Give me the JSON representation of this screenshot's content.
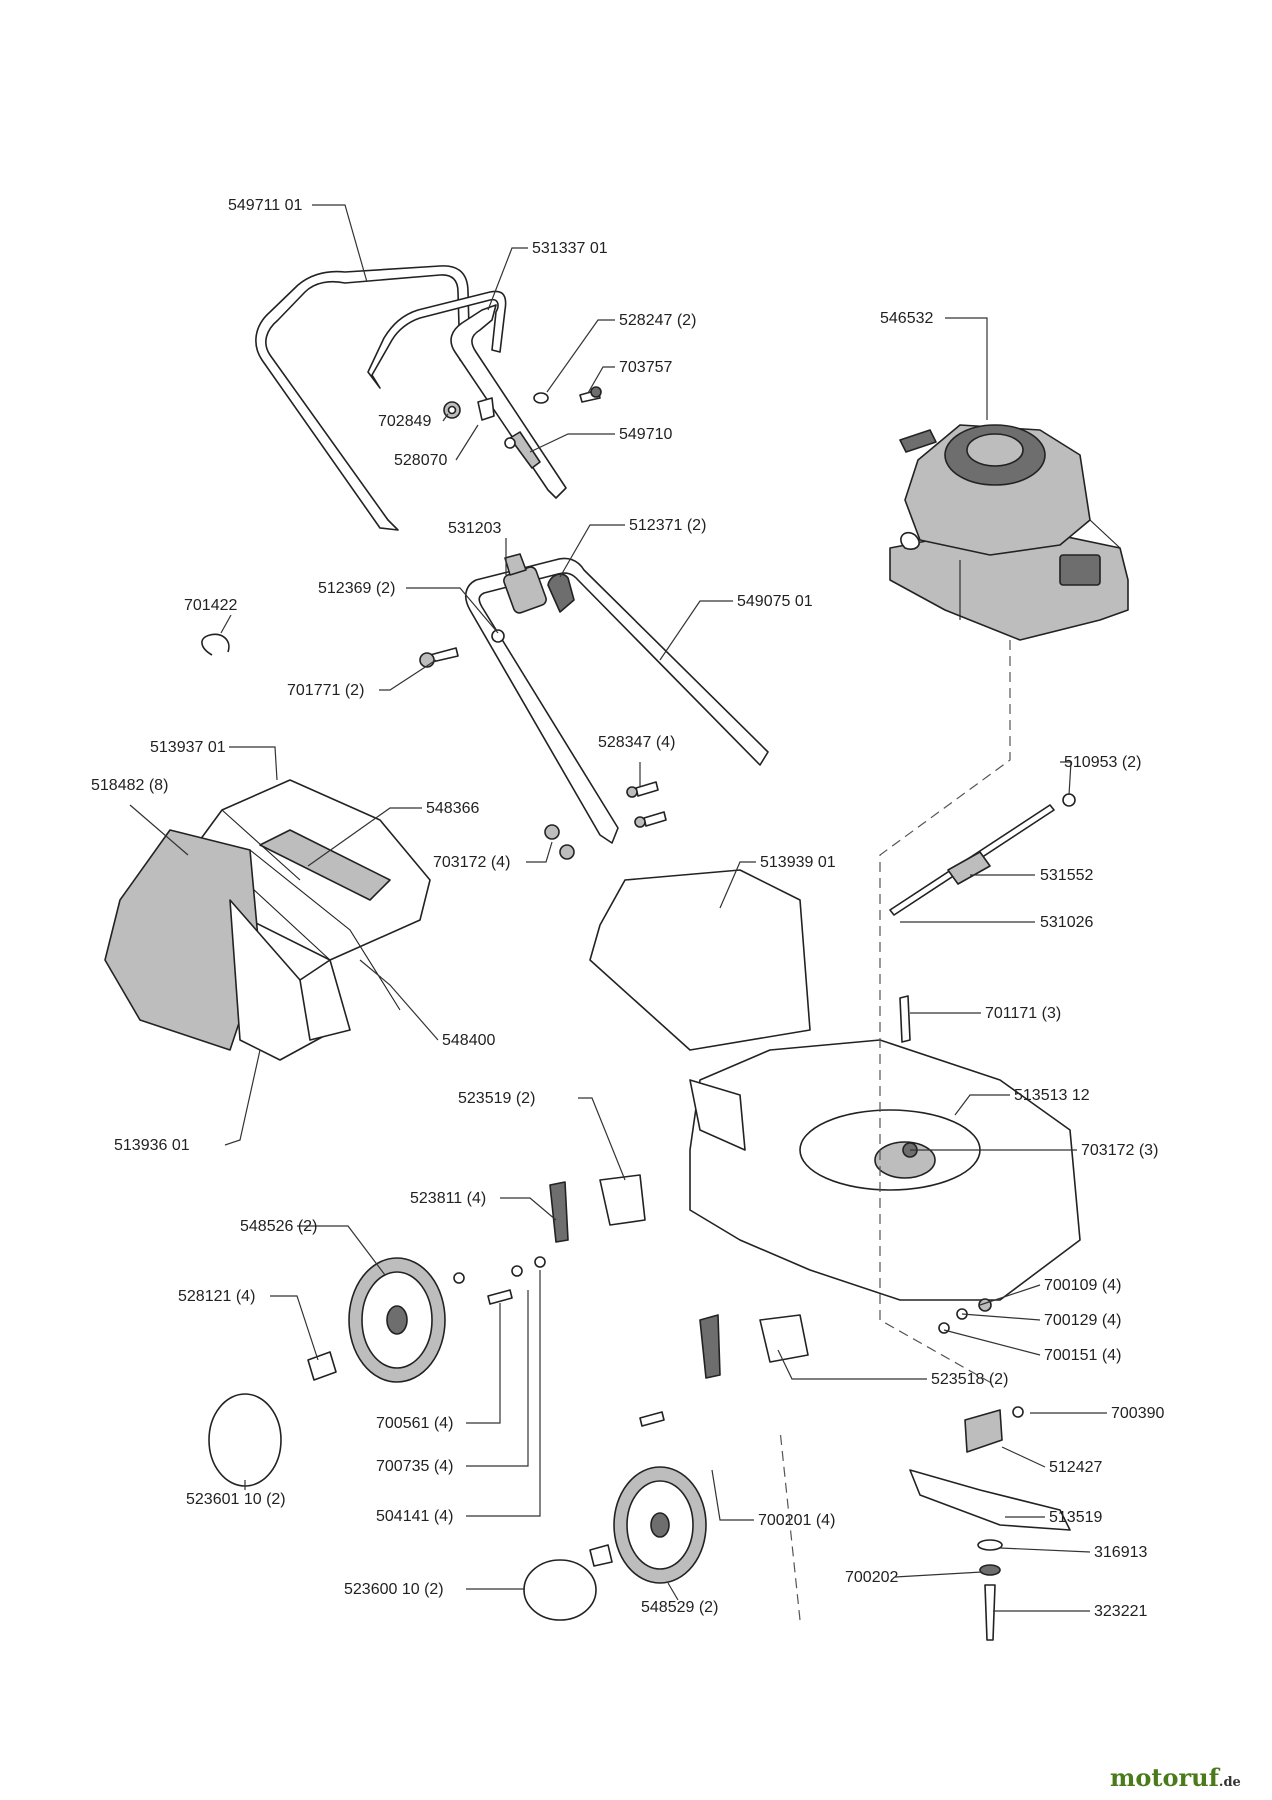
{
  "labels": {
    "l549711_01": "549711 01",
    "l531337_01": "531337 01",
    "l528247": "528247 (2)",
    "l703757": "703757",
    "l702849": "702849",
    "l549710": "549710",
    "l528070": "528070",
    "l546532": "546532",
    "l531203": "531203",
    "l512371": "512371 (2)",
    "l512369": "512369 (2)",
    "l549075_01": "549075 01",
    "l701422": "701422",
    "l701771": "701771 (2)",
    "l528347": "528347 (4)",
    "l510953": "510953 (2)",
    "l513937_01": "513937 01",
    "l518482": "518482 (8)",
    "l548366": "548366",
    "l703172_4": "703172 (4)",
    "l513939_01": "513939 01",
    "l531552": "531552",
    "l531026": "531026",
    "l701171": "701171 (3)",
    "l548400": "548400",
    "l523519": "523519 (2)",
    "l513513_12": "513513 12",
    "l513936_01": "513936 01",
    "l703172_3": "703172 (3)",
    "l523811": "523811 (4)",
    "l548526": "548526 (2)",
    "l700109": "700109 (4)",
    "l528121": "528121 (4)",
    "l700129": "700129 (4)",
    "l700151": "700151 (4)",
    "l523518": "523518 (2)",
    "l700390": "700390",
    "l700561": "700561 (4)",
    "l512427": "512427",
    "l700735": "700735 (4)",
    "l523601_10": "523601 10 (2)",
    "l513519": "513519",
    "l504141": "504141 (4)",
    "l700201": "700201 (4)",
    "l316913": "316913",
    "l700202": "700202",
    "l523600_10": "523600 10 (2)",
    "l548529": "548529 (2)",
    "l323221": "323221"
  },
  "brand": {
    "main": "motoruf",
    "tld": ".de",
    "color": "#4a7a1a"
  }
}
